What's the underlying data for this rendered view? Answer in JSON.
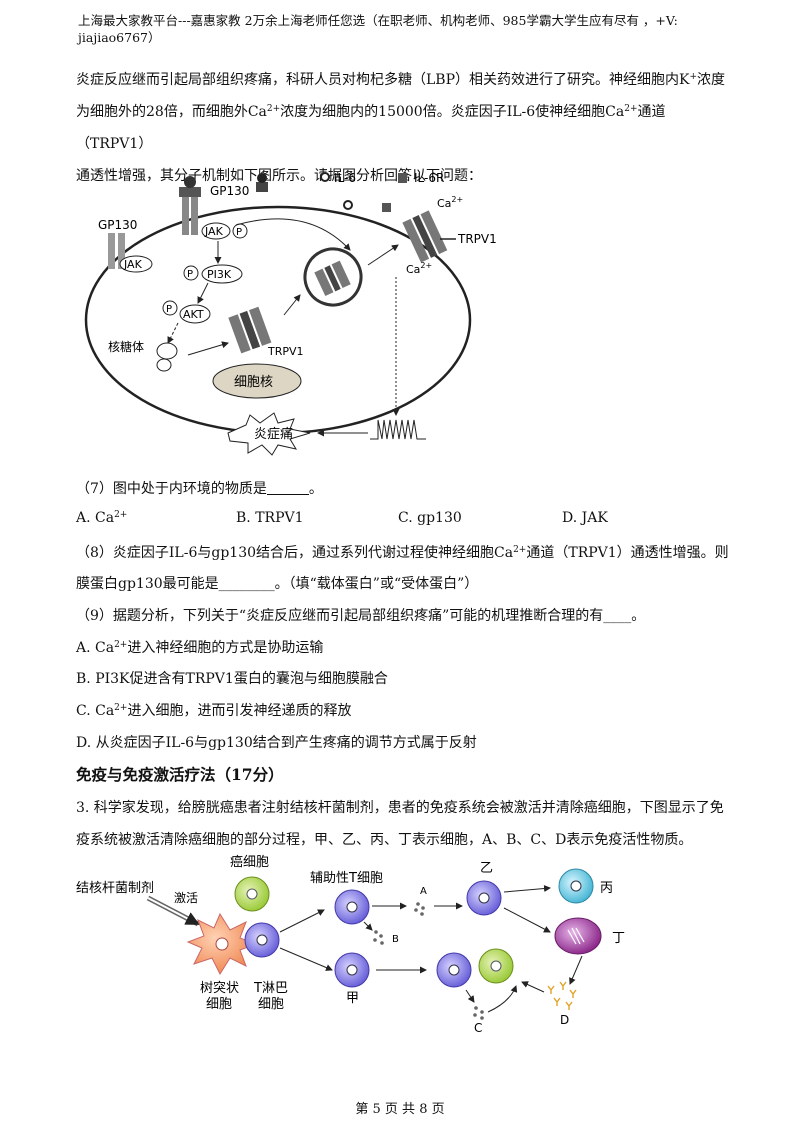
{
  "header": {
    "line1": "上海最大家教平台---嘉惠家教   2万余上海老师任您选（在职老师、机构老师、985学霸大学生应有尽有  ，+V:",
    "line2": "jiajiao6767）"
  },
  "intro": {
    "p1": "炎症反应继而引起局部组织疼痛，科研人员对枸杞多糖（LBP）相关药效进行了研究。神经细胞内K",
    "p1_sup": "+",
    "p1b": "浓度",
    "p2a": "为细胞外的28倍，而细胞外Ca",
    "p2_sup": "2+",
    "p2b": "浓度为细胞内的15000倍。炎症因子IL-6使神经细胞Ca",
    "p2_sup2": "2+",
    "p2c": "通道（TRPV1）",
    "p3": "通透性增强，其分子机制如下图所示。请据图分析回答以下问题："
  },
  "diagram1": {
    "gp130_top": "GP130",
    "gp130_left": "GP130",
    "il6": "IL-6",
    "il6r": "IL-6R",
    "ca_top": "Ca",
    "ca_sup": "2+",
    "trpv1_right": "TRPV1",
    "ca_in": "Ca",
    "ca_in_sup": "2+",
    "jak1": "JAK",
    "p": "P",
    "jak2": "JAK",
    "pi3k": "PI3K",
    "akt": "AKT",
    "ribosome": "核糖体",
    "trpv1_mid": "TRPV1",
    "nucleus": "细胞核",
    "pain": "炎症痛"
  },
  "q7": {
    "stem": "（7）图中处于内环境的物质是",
    "end": "。",
    "opts": [
      {
        "l": "A. Ca",
        "s": "2+"
      },
      {
        "l": "B. TRPV1",
        "s": ""
      },
      {
        "l": "C. gp130",
        "s": ""
      },
      {
        "l": "D. JAK",
        "s": ""
      }
    ]
  },
  "q8": {
    "l1a": "（8）炎症因子IL-6与gp130结合后，通过系列代谢过程使神经细胞Ca",
    "l1_sup": "2+",
    "l1b": "通道（TRPV1）通透性增强。则",
    "l2": "膜蛋白gp130最可能是________。（填“载体蛋白”或“受体蛋白”）"
  },
  "q9": {
    "stem": "（9）据题分析，下列关于“炎症反应继而引起局部组织疼痛”可能的机理推断合理的有____。",
    "optA": "进入神经细胞的方式是协助运输",
    "optB": "B. PI3K促进含有TRPV1蛋白的囊泡与细胞膜融合",
    "optC": "进入细胞，进而引发神经递质的释放",
    "optD": "D. 从炎症因子IL-6与gp130结合到产生疼痛的调节方式属于反射",
    "ca_prefix": "A. Ca",
    "ca_prefix_c": "C. Ca",
    "sup": "2+"
  },
  "section": {
    "title": "免疫与免疫激活疗法（17分）"
  },
  "q3": {
    "l1": "3. 科学家发现，给膀胱癌患者注射结核杆菌制剂，患者的免疫系统会被激活并清除癌细胞，下图显示了免",
    "l2": "疫系统被激活清除癌细胞的部分过程，甲、乙、丙、丁表示细胞，A、B、C、D表示免疫活性物质。"
  },
  "diagram2": {
    "tb": "结核杆菌制剂",
    "activate": "激活",
    "cancer": "癌细胞",
    "helper": "辅助性T细胞",
    "a": "A",
    "yi": "乙",
    "bing": "丙",
    "ding": "丁",
    "b": "B",
    "dendritic1": "树突状",
    "dendritic2": "细胞",
    "tcell1": "T淋巴",
    "tcell2": "细胞",
    "jia": "甲",
    "c": "C",
    "d": "D"
  },
  "footer": "第 5 页 共 8 页"
}
